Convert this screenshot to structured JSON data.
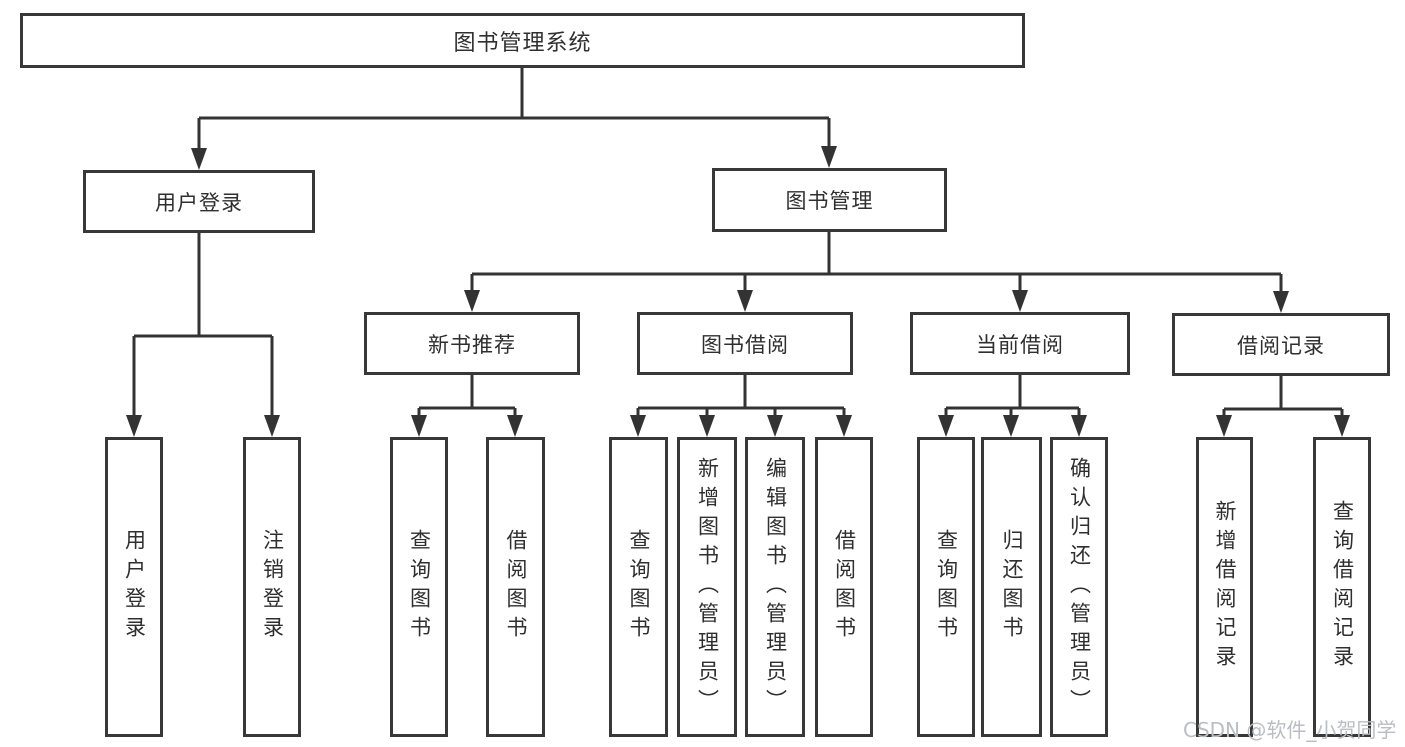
{
  "tree": {
    "label": "图书管理系统",
    "children": [
      {
        "label": "用户登录",
        "children": [
          {
            "label": "用户登录"
          },
          {
            "label": "注销登录"
          }
        ]
      },
      {
        "label": "图书管理",
        "children": [
          {
            "label": "新书推荐",
            "children": [
              {
                "label": "查询图书"
              },
              {
                "label": "借阅图书"
              }
            ]
          },
          {
            "label": "图书借阅",
            "children": [
              {
                "label": "查询图书"
              },
              {
                "label": "新增图书（管理员）"
              },
              {
                "label": "编辑图书（管理员）"
              },
              {
                "label": "借阅图书"
              }
            ]
          },
          {
            "label": "当前借阅",
            "children": [
              {
                "label": "查询图书"
              },
              {
                "label": "归还图书"
              },
              {
                "label": "确认归还（管理员）"
              }
            ]
          },
          {
            "label": "借阅记录",
            "children": [
              {
                "label": "新增借阅记录"
              },
              {
                "label": "查询借阅记录"
              }
            ]
          }
        ]
      }
    ]
  },
  "watermark": "CSDN @软件_小贺同学",
  "colors": {
    "line": "#333333",
    "border": "#383838",
    "text": "#2f2f2f",
    "watermark": "#b9bec4",
    "background": "#ffffff"
  }
}
